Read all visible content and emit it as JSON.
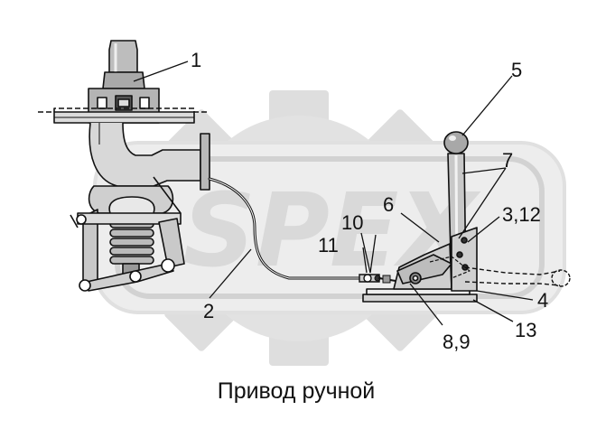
{
  "diagram": {
    "caption": "Привод ручной",
    "watermark_text": "SPEX",
    "callouts": [
      "1",
      "2",
      "3,12",
      "4",
      "5",
      "6",
      "7",
      "8,9",
      "10",
      "11",
      "13"
    ]
  }
}
